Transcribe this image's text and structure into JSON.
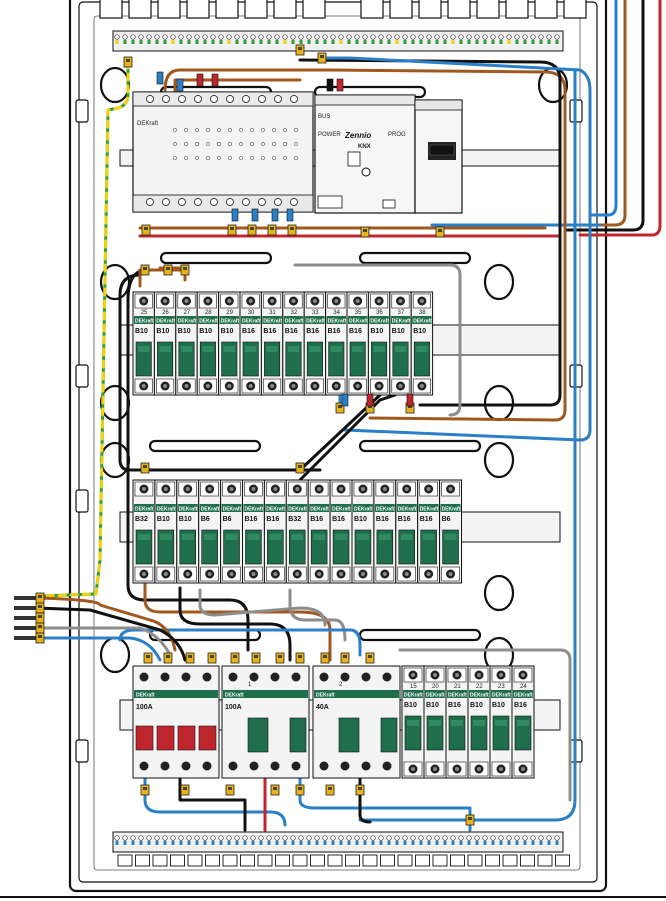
{
  "colors": {
    "brown": "#a0581e",
    "blue": "#2a7fc6",
    "black": "#111111",
    "grey": "#8d8d8d",
    "red": "#c0262d",
    "earth_green": "#2f9b3a",
    "earth_yellow": "#f2d20a",
    "breaker_green": "#1f6e4c",
    "clamp_yellow": "#e8b21a"
  },
  "knx_devices": {
    "actuator_brand": "DEKraft",
    "power_supply_brand": "Zennio",
    "power_supply_bus": "KNX",
    "power_label": "POWER",
    "prog_label": "PROG",
    "bus_label": "BUS"
  },
  "rows": [
    {
      "id": "row1",
      "breakers": [
        {
          "number": "25",
          "rating": "B10"
        },
        {
          "number": "26",
          "rating": "B10"
        },
        {
          "number": "27",
          "rating": "B10"
        },
        {
          "number": "28",
          "rating": "B10"
        },
        {
          "number": "29",
          "rating": "B10"
        },
        {
          "number": "30",
          "rating": "B16"
        },
        {
          "number": "31",
          "rating": "B16"
        },
        {
          "number": "32",
          "rating": "B16"
        },
        {
          "number": "33",
          "rating": "B16"
        },
        {
          "number": "34",
          "rating": "B16"
        },
        {
          "number": "35",
          "rating": "B16"
        },
        {
          "number": "36",
          "rating": "B10"
        },
        {
          "number": "37",
          "rating": "B10"
        },
        {
          "number": "38",
          "rating": "B10"
        }
      ]
    },
    {
      "id": "row2",
      "breakers": [
        {
          "number": "",
          "rating": "B32"
        },
        {
          "number": "",
          "rating": "B10"
        },
        {
          "number": "",
          "rating": "B10"
        },
        {
          "number": "",
          "rating": "B6"
        },
        {
          "number": "",
          "rating": "B6"
        },
        {
          "number": "",
          "rating": "B16"
        },
        {
          "number": "",
          "rating": "B16"
        },
        {
          "number": "",
          "rating": "B32"
        },
        {
          "number": "",
          "rating": "B16"
        },
        {
          "number": "",
          "rating": "B16"
        },
        {
          "number": "",
          "rating": "B10"
        },
        {
          "number": "",
          "rating": "B16"
        },
        {
          "number": "",
          "rating": "B16"
        },
        {
          "number": "",
          "rating": "B16"
        },
        {
          "number": "",
          "rating": "B6"
        }
      ]
    },
    {
      "id": "row3",
      "main_switch": {
        "rating": "100A",
        "brand": "DEKraft"
      },
      "rcds": [
        {
          "number": "1",
          "rating": "100A",
          "brand": "DEKraft"
        },
        {
          "number": "2",
          "rating": "40A",
          "brand": "DEKraft"
        }
      ],
      "breakers": [
        {
          "number": "15",
          "rating": "B10"
        },
        {
          "number": "20",
          "rating": "B10"
        },
        {
          "number": "21",
          "rating": "B16"
        },
        {
          "number": "22",
          "rating": "B10"
        },
        {
          "number": "23",
          "rating": "B10"
        },
        {
          "number": "24",
          "rating": "B16"
        }
      ]
    }
  ],
  "breaker_brand": "DEKraft"
}
